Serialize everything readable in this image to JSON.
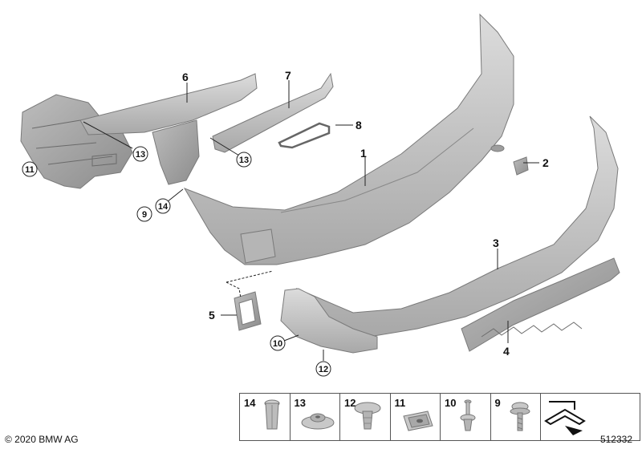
{
  "callouts": {
    "c1": "1",
    "c2": "2",
    "c3": "3",
    "c4": "4",
    "c5": "5",
    "c6": "6",
    "c7": "7",
    "c8": "8",
    "c9": "9",
    "c10": "10",
    "c11": "11",
    "c12": "12",
    "c13a": "13",
    "c13b": "13",
    "c14": "14"
  },
  "legend": [
    {
      "num": "14",
      "icon": "expanding-rivet-icon"
    },
    {
      "num": "13",
      "icon": "collar-nut-icon"
    },
    {
      "num": "12",
      "icon": "plastic-expanding-rivet-icon"
    },
    {
      "num": "11",
      "icon": "clip-nut-icon"
    },
    {
      "num": "10",
      "icon": "push-pin-clip-icon"
    },
    {
      "num": "9",
      "icon": "hex-screw-icon"
    },
    {
      "num": "",
      "icon": "bracket-symbol-icon"
    }
  ],
  "footer": {
    "copyright": "© 2020 BMW AG",
    "diagram_id": "512332"
  },
  "colors": {
    "part_fill": "#c8c8c8",
    "part_shadow": "#9a9a9a",
    "line": "#222222"
  }
}
